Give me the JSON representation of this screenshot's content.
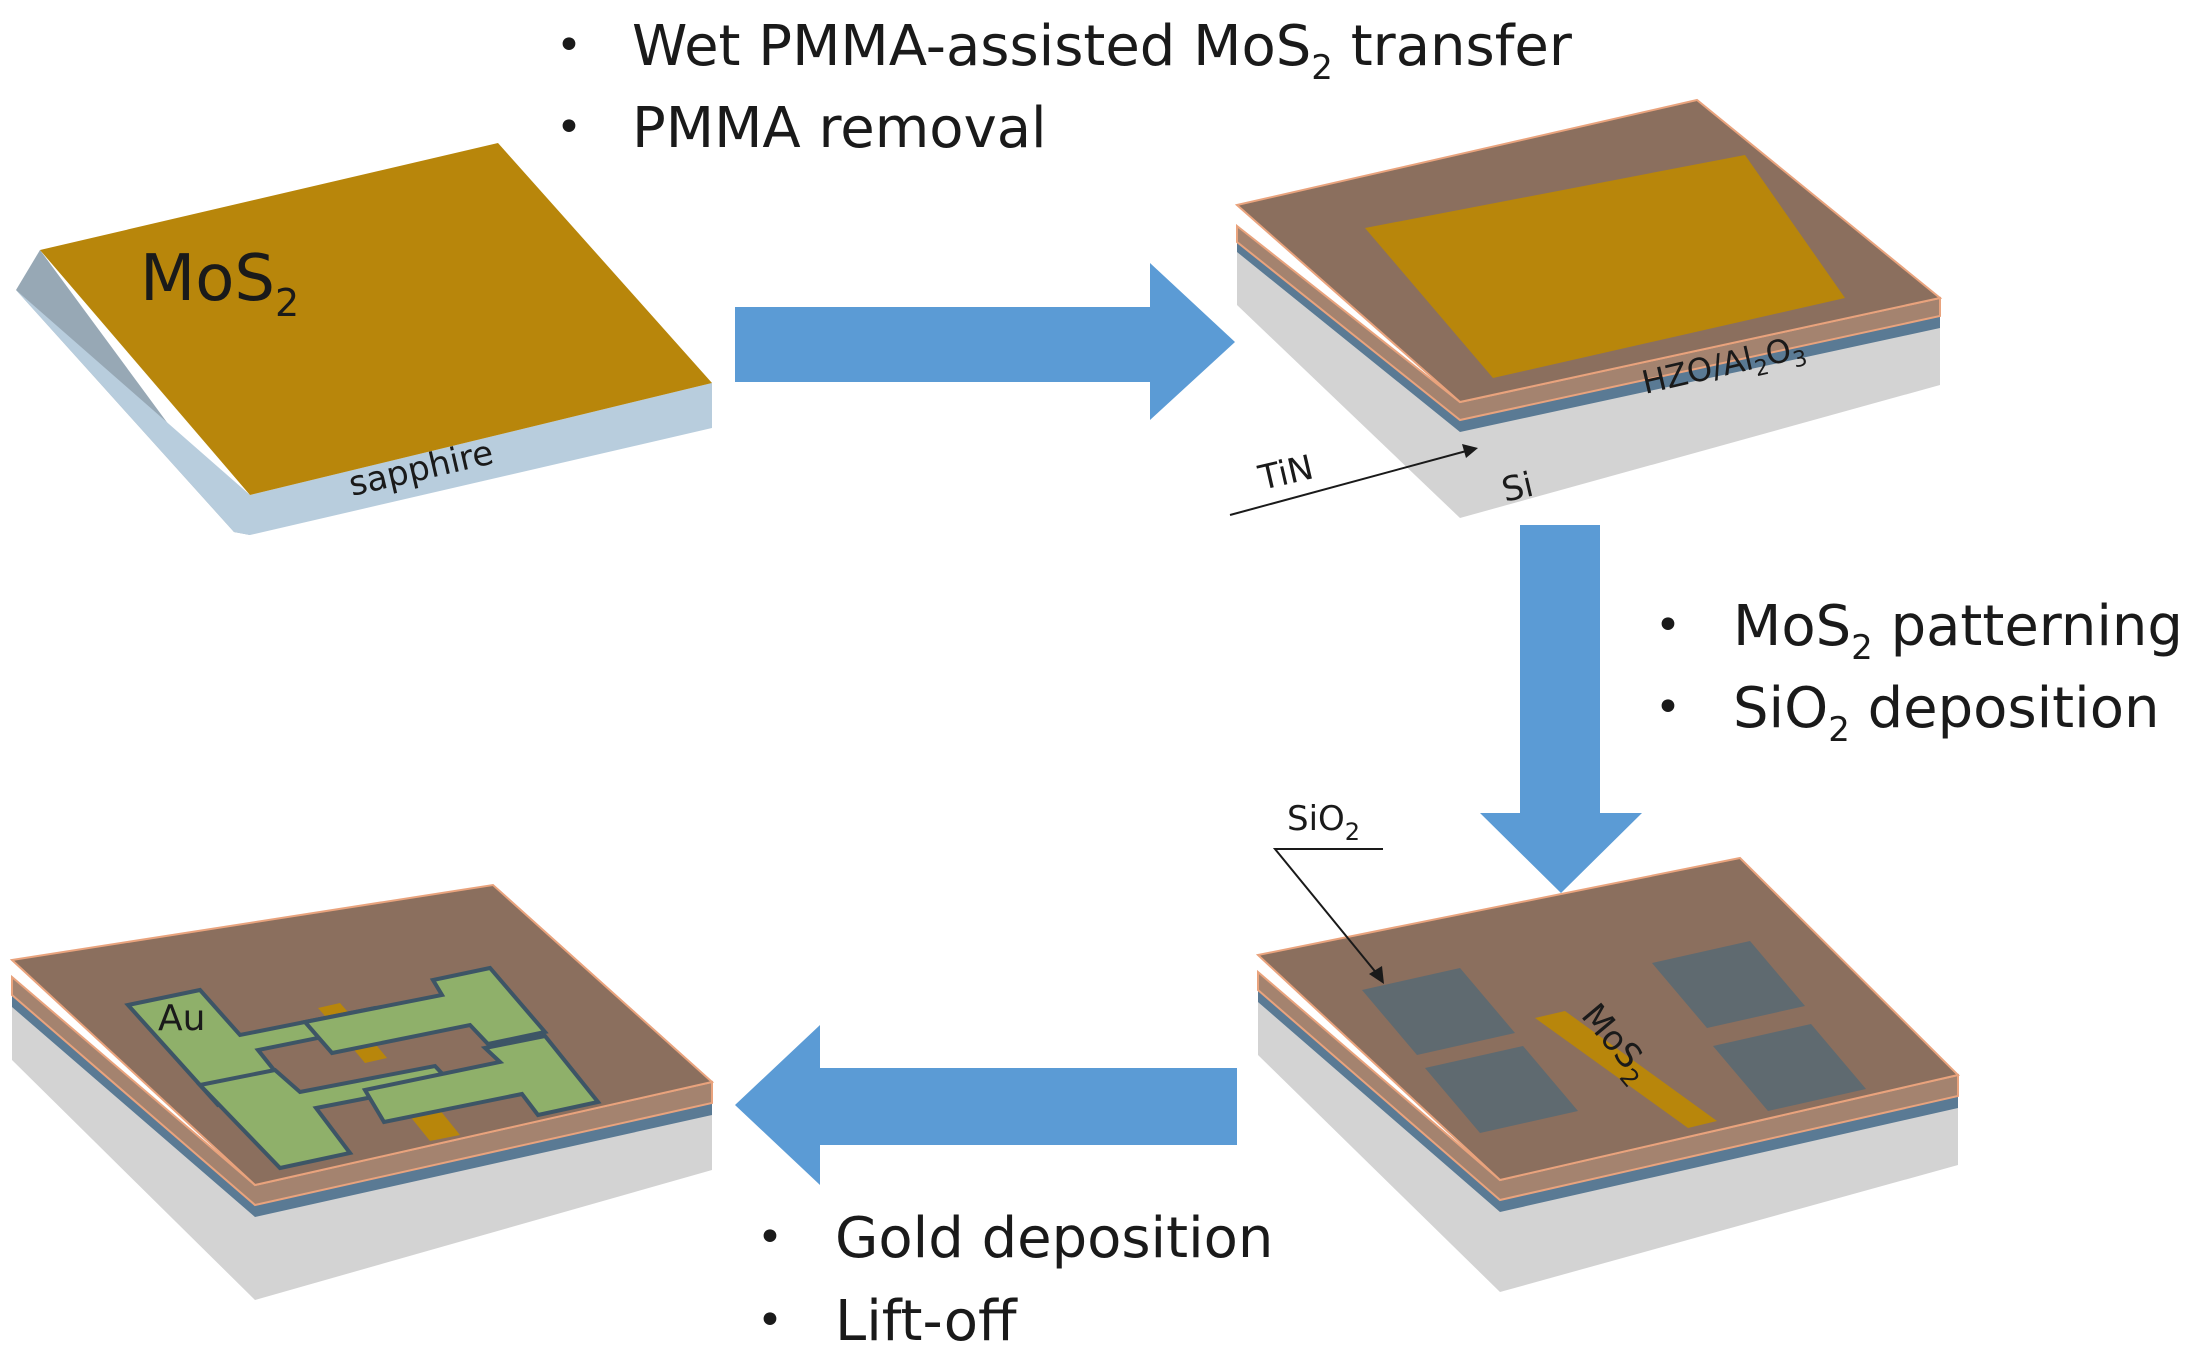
{
  "colors": {
    "arrow": "#5b9bd5",
    "mos2": "#b8860b",
    "sapphire": "#b8cddd",
    "silicon": "#d3d3d3",
    "tin": "#5a7a94",
    "hzo_al2o3": "#8b6f5e",
    "sio2_pad": "#5f6a70",
    "gold": "#8fb06a"
  },
  "steps": {
    "transfer": {
      "bullets": [
        "•",
        "•"
      ],
      "line1": {
        "main": "Wet PMMA-assisted MoS",
        "sub": "2",
        "tail": " transfer"
      },
      "line2": {
        "main": "PMMA removal"
      }
    },
    "patterning": {
      "bullets": [
        "•",
        "•"
      ],
      "line1": {
        "main": "MoS",
        "sub": "2",
        "tail": " patterning"
      },
      "line2": {
        "main": "SiO",
        "sub": "2",
        "tail": " deposition"
      }
    },
    "gold": {
      "bullets": [
        "•",
        "•"
      ],
      "line1": {
        "main": "Gold deposition"
      },
      "line2": {
        "main": "Lift-off"
      }
    }
  },
  "labels": {
    "mos2_top": {
      "main": "MoS",
      "sub": "2"
    },
    "sapphire": "sapphire",
    "hzo": {
      "a": "HZO/Al",
      "sub1": "2",
      "b": "O",
      "sub2": "3"
    },
    "tin": "TiN",
    "si": "Si",
    "sio2": {
      "main": "SiO",
      "sub": "2"
    },
    "mos2_strip": {
      "main": "MoS",
      "sub": "2"
    },
    "au": "Au"
  }
}
